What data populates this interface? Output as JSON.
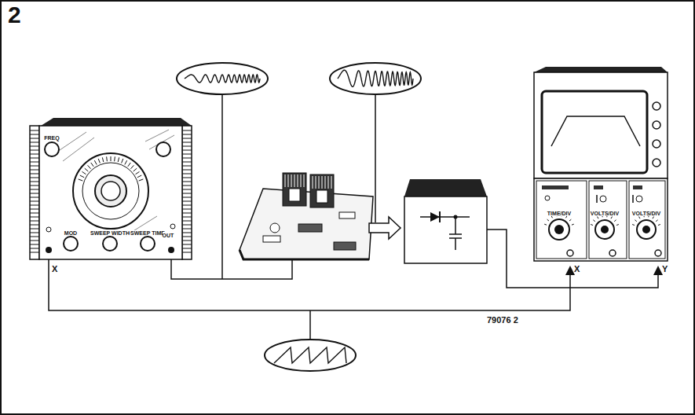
{
  "diagram": {
    "labels": [
      "2",
      "FREQ",
      "MOD",
      "SWEEP WIDTH",
      "SWEEP TIME",
      "OUT",
      "X",
      "TIME/DIV",
      "VOLTS/DIV",
      "VOLTS/DIV",
      "X",
      "Y",
      "79076 2"
    ]
  }
}
